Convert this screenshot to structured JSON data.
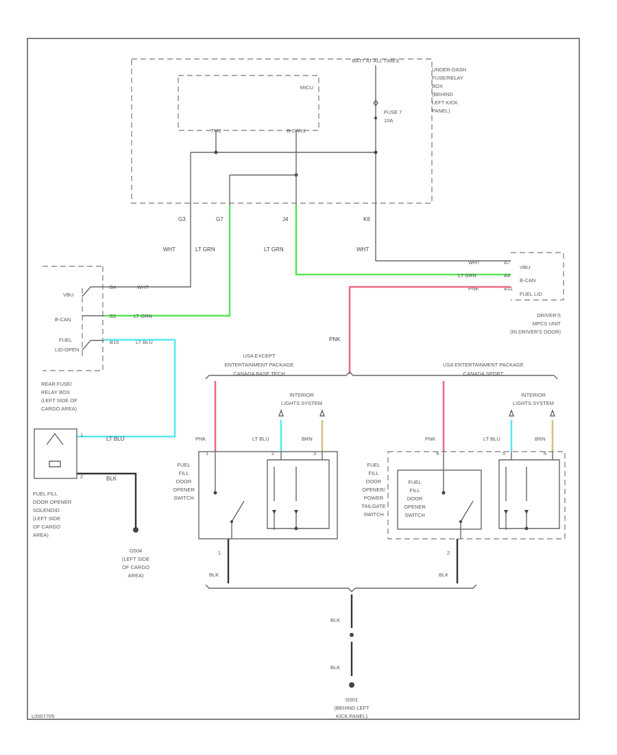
{
  "title": "BATT AT ALL TIMES",
  "code": "L0007705",
  "colors": {
    "wire_default": "#666666",
    "lt_grn": "#55e655",
    "pnk": "#f06a85",
    "lt_blu": "#55e8f0",
    "brn": "#d8be7a",
    "blk": "#333333"
  },
  "fuse_box": {
    "label": [
      "UNDER-DASH",
      "FUSE/RELAY",
      "BOX",
      "(BEHIND",
      "LEFT KICK",
      "PANEL)"
    ],
    "micu": "MICU",
    "fuse": "FUSE 7",
    "amp": "10A",
    "pin_left": "TM3",
    "pin_right": "B-CAN1",
    "pins": [
      "G3",
      "G7",
      "J4",
      "K6"
    ]
  },
  "wires": {
    "g3": "WHT",
    "g7": "LT GRN",
    "j4": "LT GRN",
    "k6": "WHT"
  },
  "rear_box": {
    "label": [
      "REAR FUSE/",
      "RELAY BOX",
      "(LEFT SIDE OF",
      "CARGO AREA)"
    ],
    "rows": [
      {
        "name": "VBU",
        "pin": "B4",
        "wire": "WHT"
      },
      {
        "name": "B-CAN",
        "pin": "B2",
        "wire": "LT GRN"
      },
      {
        "name": "FUEL",
        "pin": "B15",
        "wire": "LT BLU"
      }
    ],
    "fuel_sub": "LID-OPEN"
  },
  "mpcs": {
    "rows": [
      {
        "wire": "WHT",
        "pin": "A7",
        "name": "VBU"
      },
      {
        "wire": "LT GRN",
        "pin": "A4",
        "name": "B-CAN"
      },
      {
        "wire": "PNK",
        "pin": "A11",
        "name": "FUEL LID"
      }
    ],
    "label": [
      "DRIVER'S",
      "MPCS UNIT",
      "(IN DRIVER'S DOOR)"
    ]
  },
  "center_wire": "PNK",
  "solenoid": {
    "pin1": "1",
    "pin2": "2",
    "wire1": "LT BLU",
    "wire2": "BLK",
    "label": [
      "FUEL FILL",
      "DOOR OPENER",
      "SOLENOID",
      "(LEFT SIDE",
      "OF CARGO",
      "AREA)"
    ]
  },
  "g504": {
    "label": [
      "G504",
      "(LEFT SIDE",
      "OF CARGO",
      "AREA)"
    ]
  },
  "left_pkg": {
    "label": [
      "USA EXCEPT",
      "ENTERTAINMENT PACKAGE",
      "CANADA BASE TECH"
    ],
    "interior": [
      "INTERIOR",
      "LIGHTS SYSTEM"
    ],
    "wires": [
      "PNK",
      "LT BLU",
      "BRN"
    ],
    "pins": [
      "1",
      "2",
      "3",
      "1"
    ],
    "switch_label": [
      "FUEL",
      "FILL",
      "DOOR",
      "OPENER",
      "SWITCH"
    ],
    "blk": "BLK"
  },
  "right_pkg": {
    "label": [
      "USA ENTERTAINMENT PACKAGE",
      "CANADA SPORT"
    ],
    "interior": [
      "INTERIOR",
      "LIGHTS SYSTEM"
    ],
    "wires": [
      "PNK",
      "LT BLU",
      "BRN"
    ],
    "pins": [
      "4",
      "5",
      "6",
      "2"
    ],
    "switch_label": [
      "FUEL",
      "FILL",
      "DOOR",
      "OPENER/",
      "POWER",
      "TAILGATE",
      "SWITCH"
    ],
    "inner_label": [
      "FUEL",
      "FILL",
      "DOOR",
      "OPENER",
      "SWITCH"
    ],
    "blk": "BLK"
  },
  "ground": {
    "wire_a": "BLK",
    "wire_b": "BLK",
    "label": [
      "G501",
      "(BEHIND LEFT",
      "KICK PANEL)"
    ]
  }
}
